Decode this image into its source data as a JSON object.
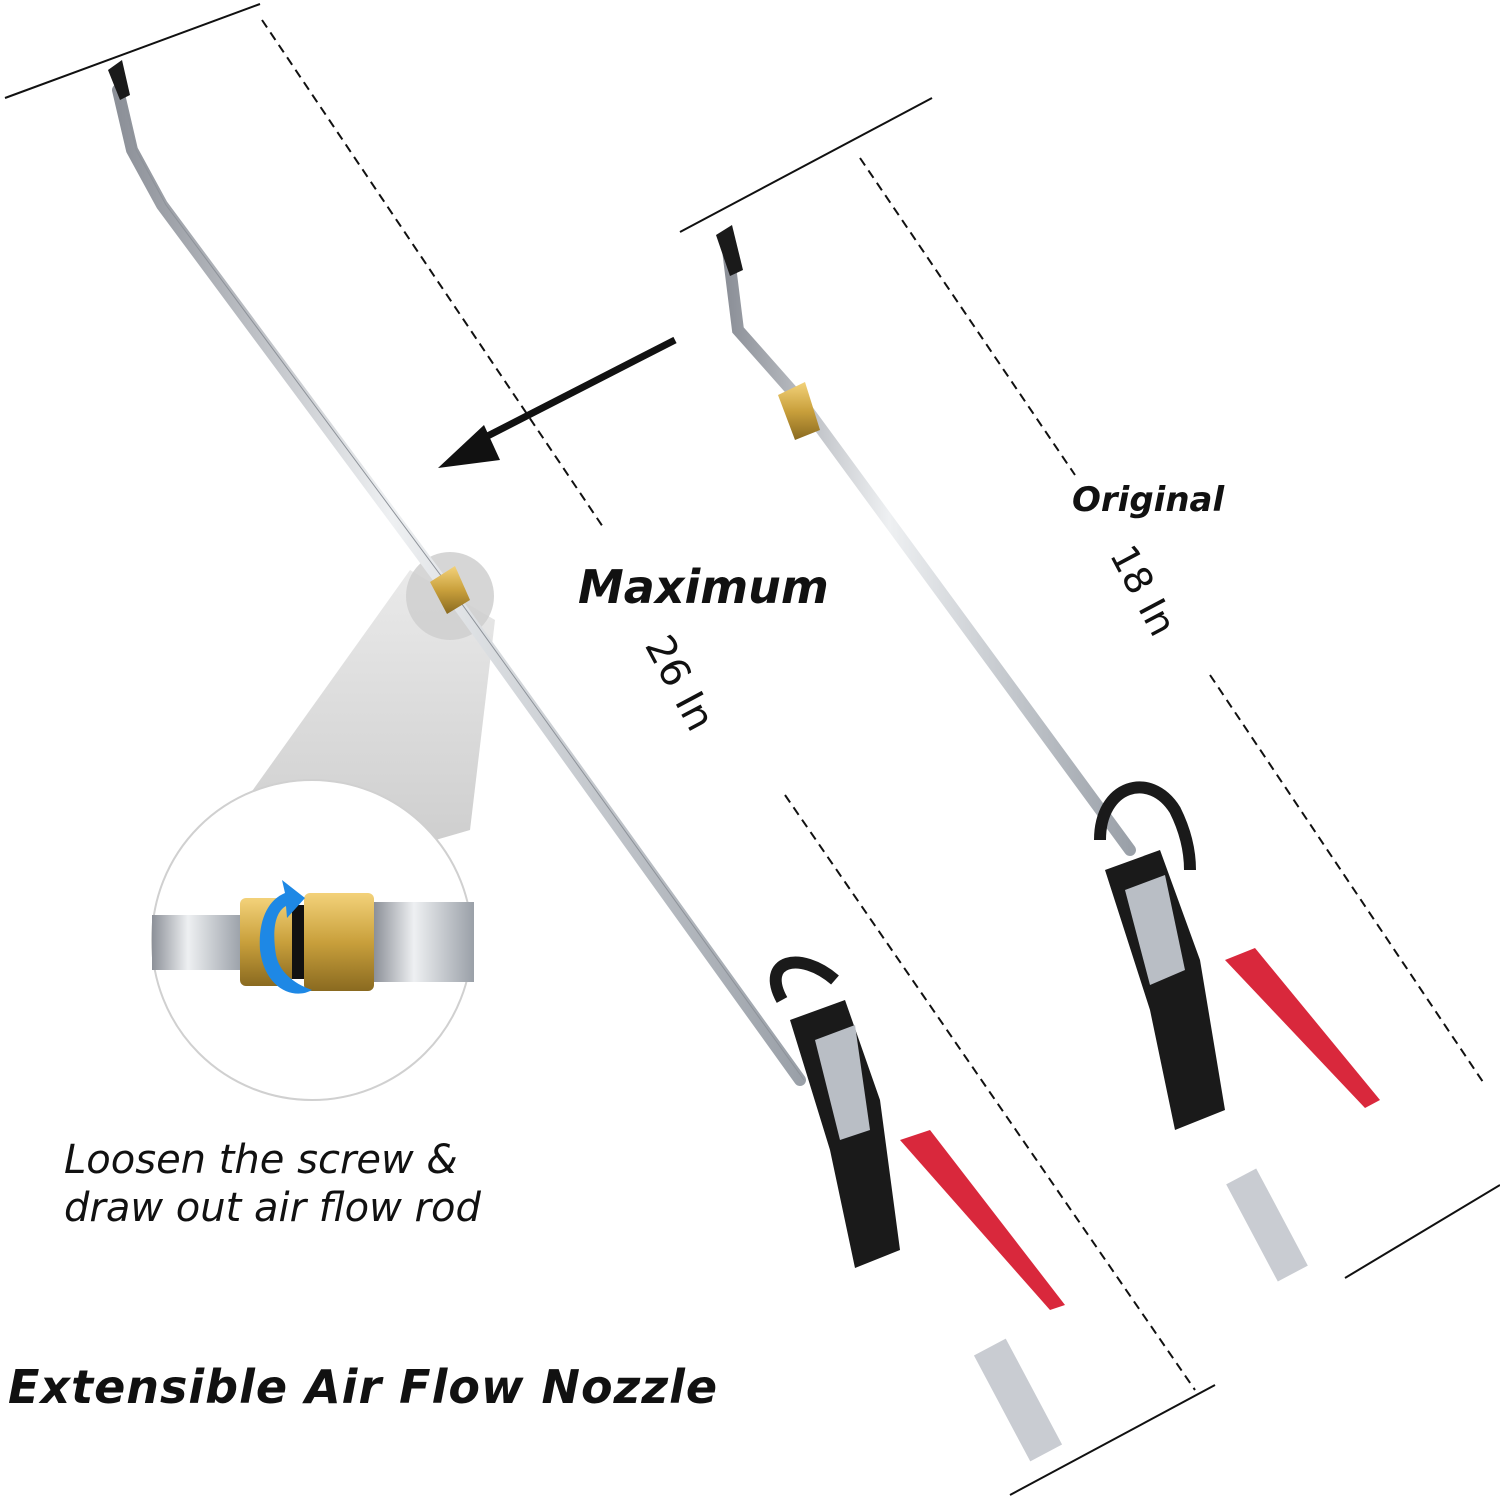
{
  "title": "Extensible Air Flow Nozzle",
  "caption": {
    "line1": "Loosen the screw &",
    "line2": "draw out air flow rod"
  },
  "maximum": {
    "label": "Maximum",
    "length": "26 In"
  },
  "original": {
    "label": "Original",
    "length": "18 In"
  },
  "colors": {
    "trigger_red": "#d9283c",
    "brass": "#c9a03c",
    "rotate_arrow_blue": "#1e88e5",
    "rod_silver": "#c8ccd2",
    "grip_black": "#1a1a1a"
  },
  "icons": [
    "arrow-left-icon",
    "rotate-arrow-icon"
  ]
}
